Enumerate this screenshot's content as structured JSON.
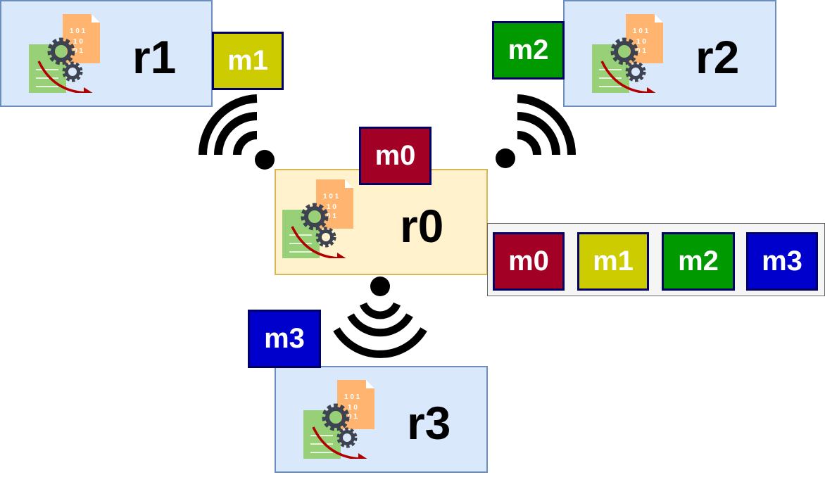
{
  "nodes": {
    "r0": "r0",
    "r1": "r1",
    "r2": "r2",
    "r3": "r3"
  },
  "messages": {
    "m0": "m0",
    "m1": "m1",
    "m2": "m2",
    "m3": "m3"
  },
  "legend": [
    "m0",
    "m1",
    "m2",
    "m3"
  ],
  "colors": {
    "m0": "#a20025",
    "m1": "#cccc00",
    "m2": "#009900",
    "m3": "#0000cc",
    "node_fill": "#dae8fc",
    "main_fill": "#fff2cc"
  }
}
